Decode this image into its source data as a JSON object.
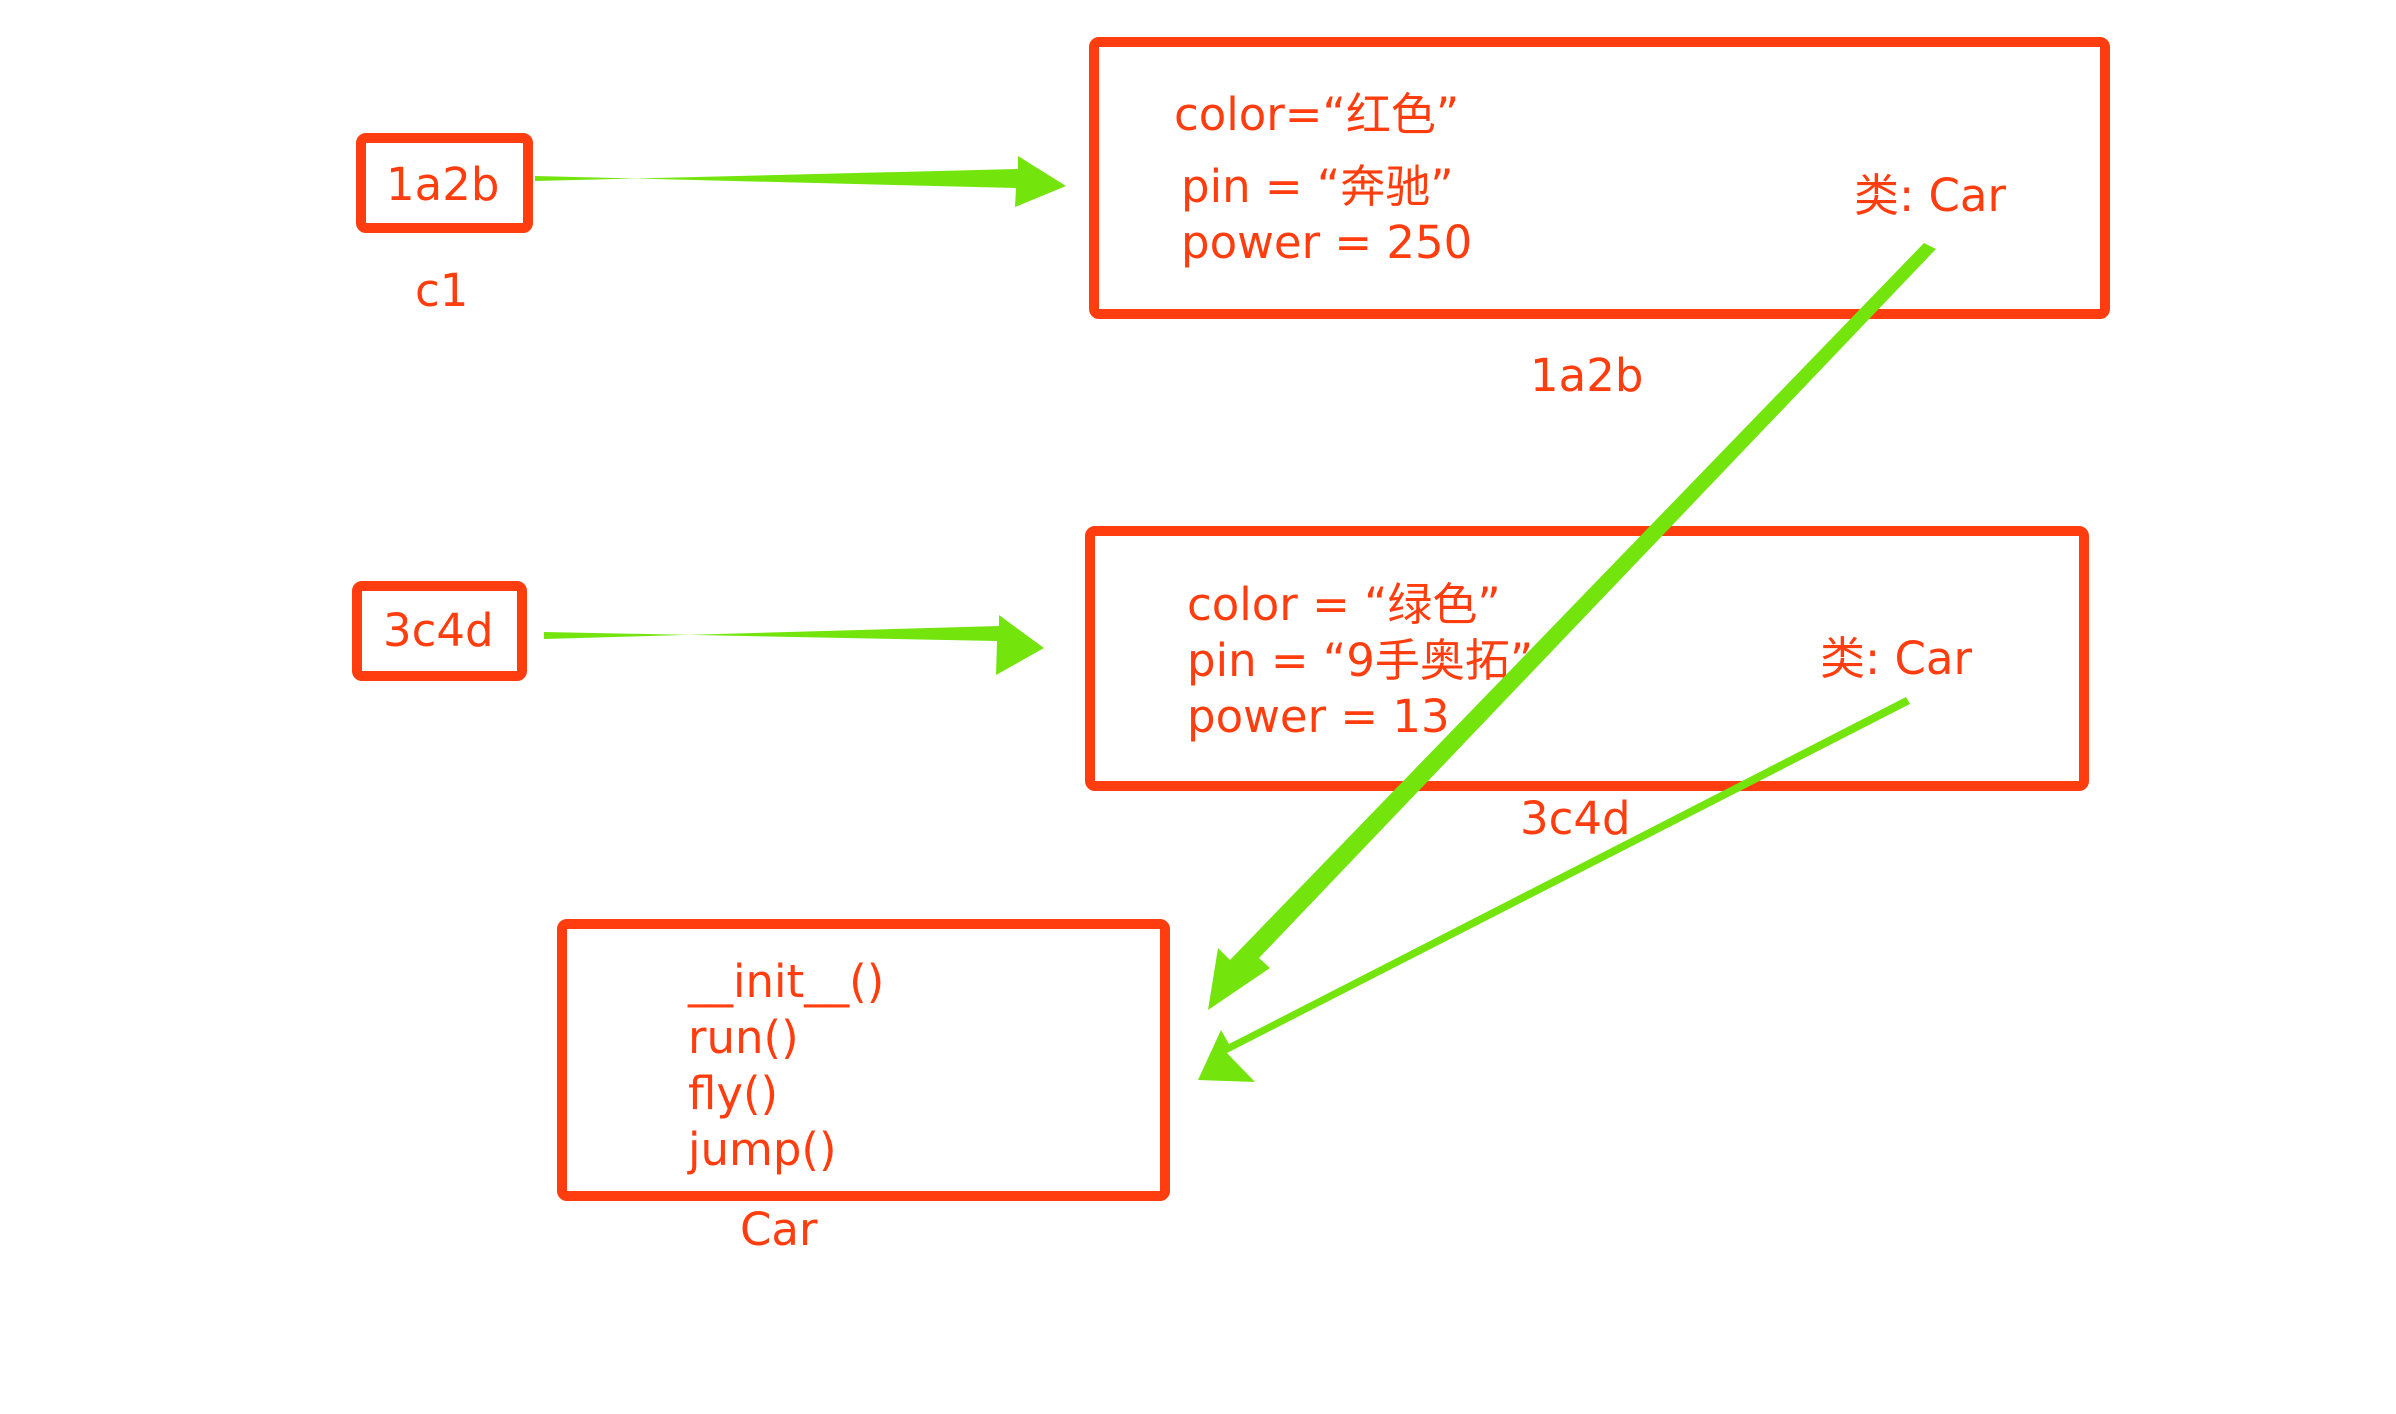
{
  "colors": {
    "box_border": "#ff3d0f",
    "text": "#ff3d0f",
    "arrow": "#73e50c",
    "background": "#ffffff"
  },
  "references": {
    "c1": {
      "address": "1a2b",
      "name": "c1"
    },
    "c2": {
      "address": "3c4d"
    }
  },
  "objects": {
    "obj1": {
      "lines": [
        "color=“红色”",
        "pin = “奔驰”",
        "power = 250"
      ],
      "class_label": "类: Car",
      "address_label": "1a2b"
    },
    "obj2": {
      "lines": [
        "color = “绿色”",
        "pin = “9手奥拓”",
        "power = 13"
      ],
      "class_label": "类: Car",
      "address_label": "3c4d"
    }
  },
  "class_box": {
    "methods": [
      "__init__()",
      "run()",
      "fly()",
      "jump()"
    ],
    "label": "Car"
  },
  "arrows": [
    {
      "from": "ref-1a2b",
      "to": "object-1a2b"
    },
    {
      "from": "ref-3c4d",
      "to": "object-3c4d"
    },
    {
      "from": "object-1a2b-class-label",
      "to": "class-car"
    },
    {
      "from": "object-3c4d-class-label",
      "to": "class-car"
    }
  ]
}
